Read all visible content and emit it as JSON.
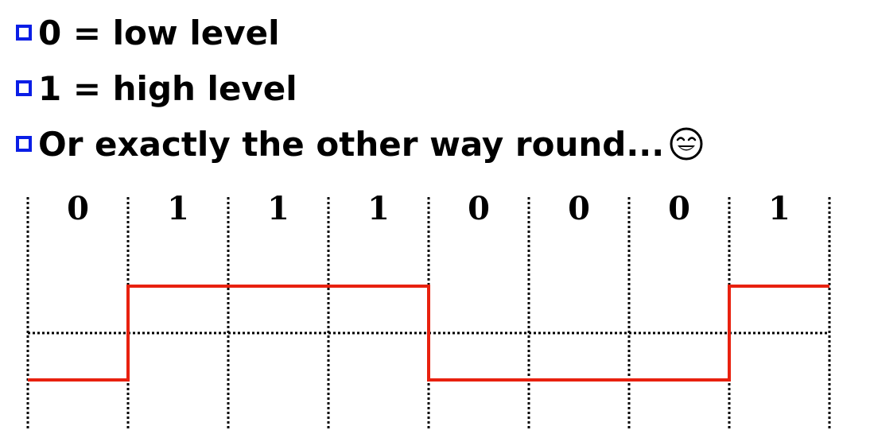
{
  "bullets": [
    {
      "text": "0 = low level"
    },
    {
      "text": "1 = high level"
    },
    {
      "text": "Or exactly the other way round..."
    }
  ],
  "diagram": {
    "bits": [
      "0",
      "1",
      "1",
      "1",
      "0",
      "0",
      "0",
      "1"
    ],
    "colors": {
      "signal": "#e8210f",
      "grid": "#000000",
      "bullet": "#0a1ee6"
    }
  }
}
